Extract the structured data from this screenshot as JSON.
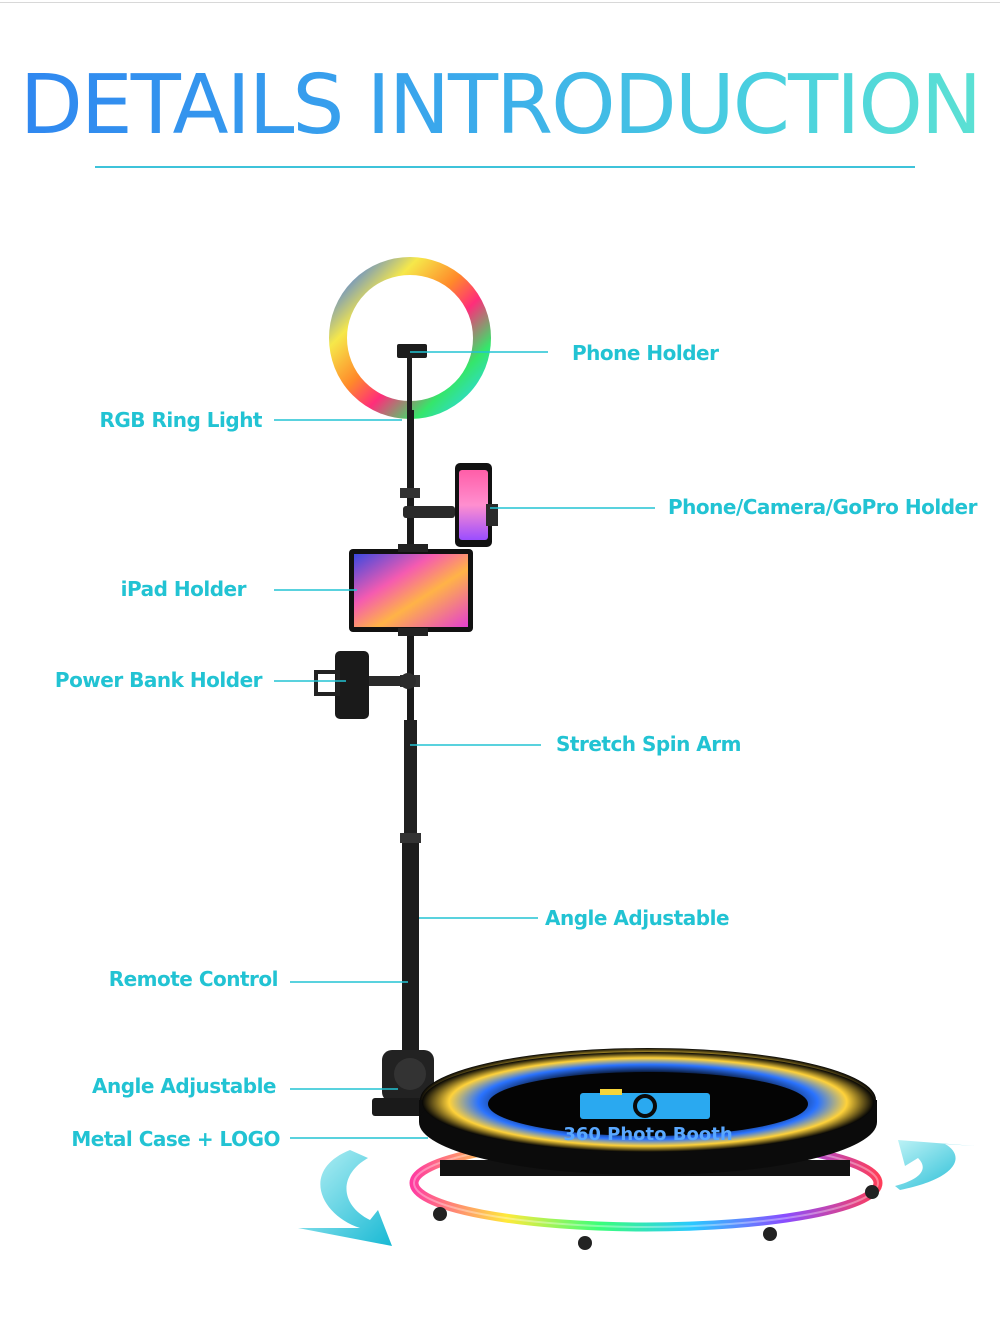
{
  "title": "DETAILS INTRODUCTION",
  "colors": {
    "accent": "#22c3d3",
    "title_start": "#2f86f0",
    "title_end": "#5de2d2"
  },
  "booth_text": "360 Photo Booth",
  "labels": {
    "phone_holder": "Phone Holder",
    "rgb_ring_light": "RGB Ring Light",
    "phone_camera_gopro_holder": "Phone/Camera/GoPro Holder",
    "ipad_holder": "iPad Holder",
    "power_bank_holder": "Power Bank Holder",
    "stretch_spin_arm": "Stretch Spin Arm",
    "angle_adjustable_upper": "Angle Adjustable",
    "remote_control": "Remote Control",
    "angle_adjustable_lower": "Angle Adjustable",
    "metal_case_logo": "Metal Case + LOGO"
  }
}
